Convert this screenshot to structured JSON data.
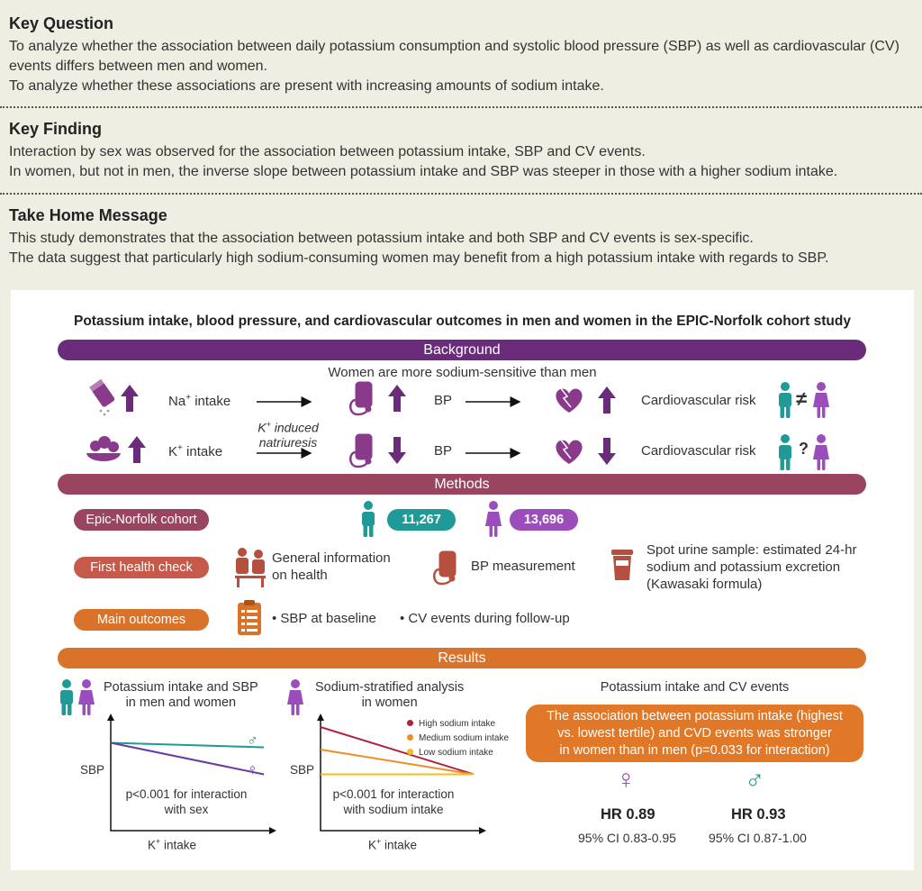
{
  "key_question": {
    "heading": "Key Question",
    "lines": [
      "To analyze whether the association between daily potassium consumption and systolic blood pressure (SBP) as well as cardiovascular (CV) events differs between men and women.",
      "To analyze whether these associations are present with increasing amounts of sodium intake."
    ]
  },
  "key_finding": {
    "heading": "Key Finding",
    "lines": [
      "Interaction by sex was observed for the association between potassium intake, SBP and CV events.",
      "In women, but not in men, the inverse slope between potassium intake and SBP was steeper in those with a higher sodium intake."
    ]
  },
  "take_home": {
    "heading": "Take Home Message",
    "lines": [
      "This study demonstrates that the association between potassium intake and both SBP and CV events is sex-specific.",
      "The data suggest that particularly high sodium-consuming women may benefit from a high potassium intake with regards to SBP."
    ]
  },
  "panel_title": "Potassium intake, blood pressure, and cardiovascular outcomes in men and women in the EPIC-Norfolk cohort study",
  "background": {
    "band": "Background",
    "subtitle": "Women are more sodium-sensitive than men",
    "row1": {
      "intake_symbol": "Na",
      "intake_sup": "+",
      "intake_text": " intake",
      "bp": "BP",
      "risk": "Cardiovascular risk",
      "relation": "≠"
    },
    "row2": {
      "intake_symbol": "K",
      "intake_sup": "+",
      "intake_text": " intake",
      "bp": "BP",
      "risk": "Cardiovascular risk",
      "relation": "?"
    },
    "natriuresis_1": "K",
    "natriuresis_sup": "+",
    "natriuresis_2": " induced",
    "natriuresis_3": "natriuresis"
  },
  "methods": {
    "band": "Methods",
    "cohort_label": "Epic-Norfolk cohort",
    "men_count": "11,267",
    "women_count": "13,696",
    "health_check_label": "First health check",
    "general_info_1": "General information",
    "general_info_2": "on health",
    "bp_measurement": "BP measurement",
    "urine_1": "Spot urine sample: estimated 24-hr",
    "urine_2": "sodium and potassium excretion",
    "urine_3": "(Kawasaki formula)",
    "outcomes_label": "Main outcomes",
    "outcome_1": "• SBP at baseline",
    "outcome_2": "• CV events during follow-up"
  },
  "results": {
    "band": "Results",
    "sbp_chart": {
      "title_1": "Potassium intake and SBP",
      "title_2": "in men and women",
      "ylabel": "SBP",
      "xlabel_symbol": "K",
      "xlabel_sup": "+",
      "xlabel_text": " intake",
      "note_1": "p<0.001 for interaction",
      "note_2": "with sex",
      "male_symbol": "♂",
      "female_symbol": "♀"
    },
    "sodium_chart": {
      "title_1": "Sodium-stratified analysis",
      "title_2": "in women",
      "ylabel": "SBP",
      "xlabel_symbol": "K",
      "xlabel_sup": "+",
      "xlabel_text": " intake",
      "note_1": "p<0.001 for interaction",
      "note_2": "with sodium intake",
      "legend": [
        "High sodium intake",
        "Medium sodium intake",
        "Low sodium intake"
      ]
    },
    "cv": {
      "title": "Potassium intake and CV events",
      "box_1": "The association between potassium intake (highest",
      "box_2": "vs. lowest tertile) and CVD events was stronger",
      "box_3": "in women than in men (p=0.033 for interaction)",
      "women_symbol": "♀",
      "women_hr": "HR 0.89",
      "women_ci": "95% CI 0.83-0.95",
      "men_symbol": "♂",
      "men_hr": "HR 0.93",
      "men_ci": "95% CI 0.87-1.00"
    }
  },
  "colors": {
    "purple_band": "#6a2c7a",
    "methods_band": "#9a4560",
    "results_band": "#d9732a",
    "male": "#1f9a96",
    "female": "#9a4dbb",
    "high_sodium": "#b0243a",
    "medium_sodium": "#ef8c2a",
    "low_sodium": "#f2be18"
  },
  "chart_data": [
    {
      "type": "line",
      "title": "Potassium intake and SBP in men and women",
      "xlabel": "K+ intake",
      "ylabel": "SBP",
      "x": [
        0,
        1
      ],
      "series": [
        {
          "name": "♂",
          "values": [
            0.78,
            0.74
          ]
        },
        {
          "name": "♀",
          "values": [
            0.78,
            0.5
          ]
        }
      ]
    },
    {
      "type": "line",
      "title": "Sodium-stratified analysis in women",
      "xlabel": "K+ intake",
      "ylabel": "SBP",
      "x": [
        0,
        1
      ],
      "series": [
        {
          "name": "High sodium intake",
          "values": [
            0.92,
            0.5
          ]
        },
        {
          "name": "Medium sodium intake",
          "values": [
            0.72,
            0.5
          ]
        },
        {
          "name": "Low sodium intake",
          "values": [
            0.5,
            0.5
          ]
        }
      ]
    }
  ]
}
